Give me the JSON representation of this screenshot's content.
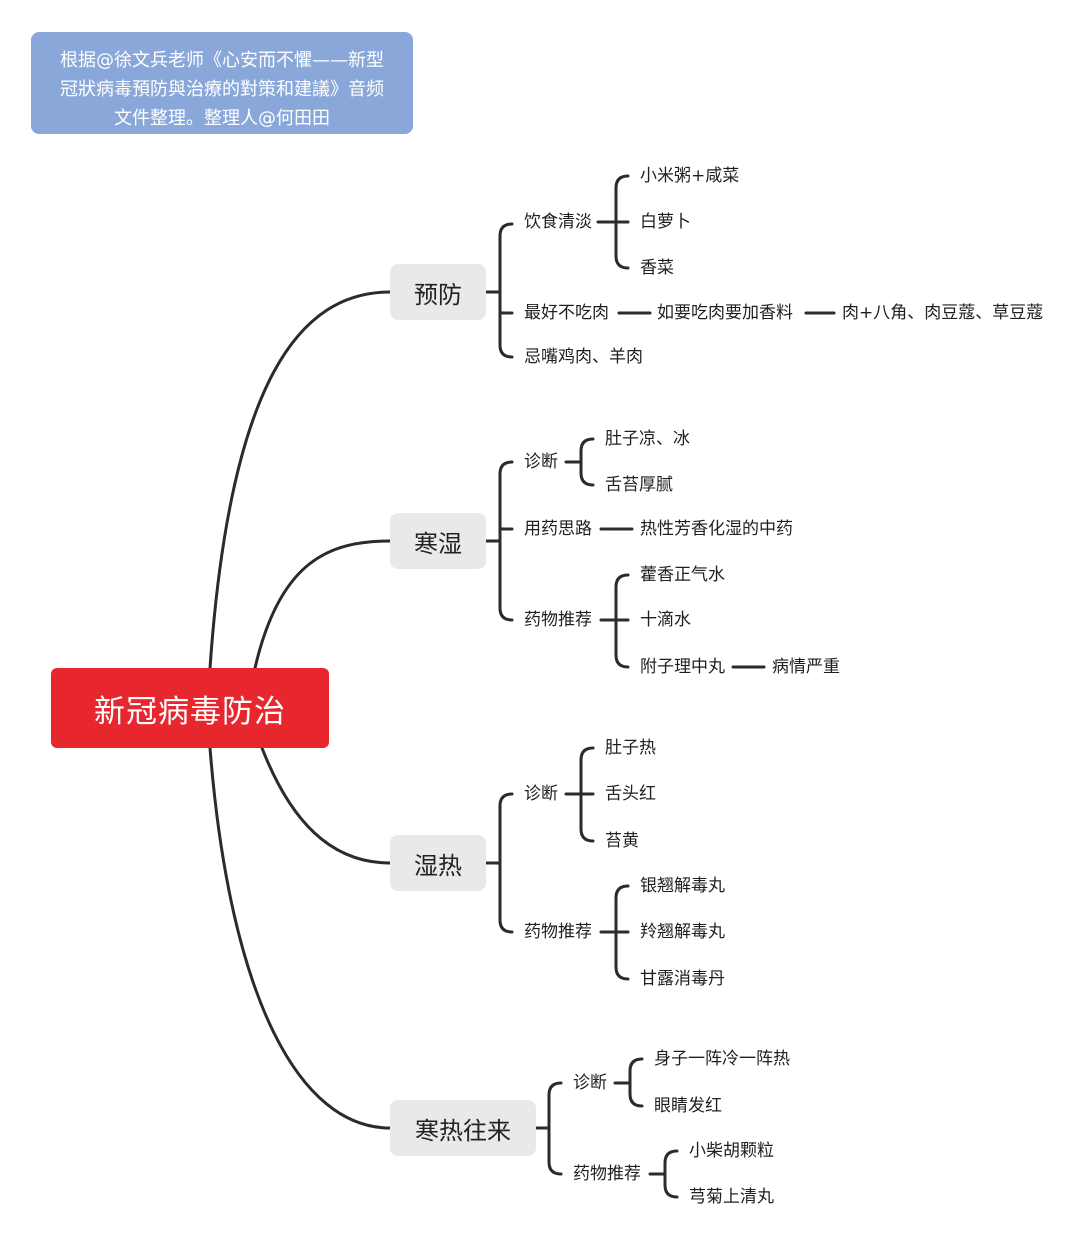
{
  "note": {
    "lines": [
      "根据@徐文兵老师《心安而不懼——新型",
      "冠狀病毒預防與治療的對策和建議》音频",
      "文件整理。整理人@何田田"
    ]
  },
  "root": {
    "label": "新冠病毒防治"
  },
  "branches": {
    "prevent": {
      "label": "预防",
      "diet": {
        "label": "饮食清淡",
        "items": [
          "小米粥+咸菜",
          "白萝卜",
          "香菜"
        ]
      },
      "meat": {
        "label": "最好不吃肉",
        "sub": "如要吃肉要加香料",
        "subsub": "肉+八角、肉豆蔻、草豆蔻"
      },
      "avoid": {
        "label": "忌嘴鸡肉、羊肉"
      }
    },
    "coldwet": {
      "label": "寒湿",
      "diagnosis": {
        "label": "诊断",
        "items": [
          "肚子凉、冰",
          "舌苔厚腻"
        ]
      },
      "approach": {
        "label": "用药思路",
        "value": "热性芳香化湿的中药"
      },
      "medicine": {
        "label": "药物推荐",
        "items": [
          "藿香正气水",
          "十滴水",
          "附子理中丸"
        ],
        "note": "病情严重"
      }
    },
    "hotwet": {
      "label": "湿热",
      "diagnosis": {
        "label": "诊断",
        "items": [
          "肚子热",
          "舌头红",
          "苔黄"
        ]
      },
      "medicine": {
        "label": "药物推荐",
        "items": [
          "银翘解毒丸",
          "羚翘解毒丸",
          "甘露消毒丹"
        ]
      }
    },
    "alternate": {
      "label": "寒热往来",
      "diagnosis": {
        "label": "诊断",
        "items": [
          "身子一阵冷一阵热",
          "眼睛发红"
        ]
      },
      "medicine": {
        "label": "药物推荐",
        "items": [
          "小柴胡颗粒",
          "芎菊上清丸"
        ]
      }
    }
  }
}
